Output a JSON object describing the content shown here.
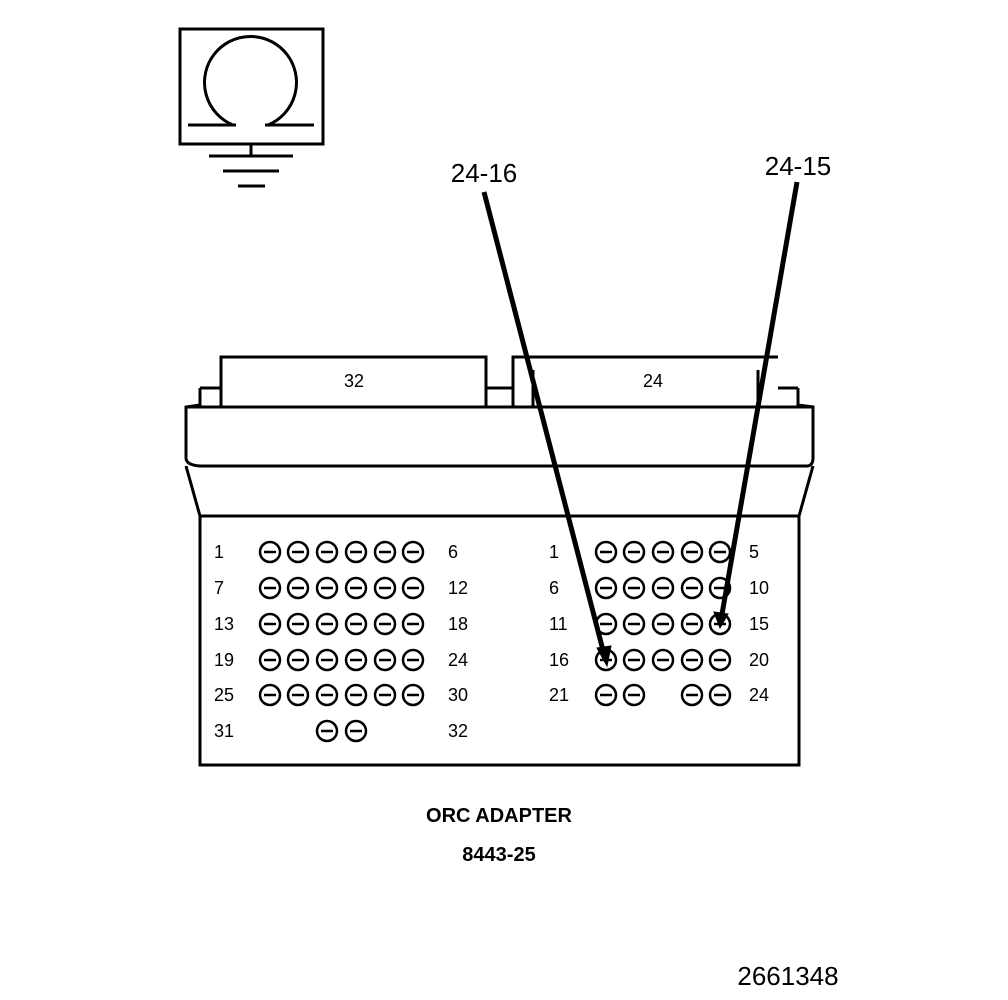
{
  "ohmmeter": {
    "symbol": "Ω"
  },
  "callouts": [
    {
      "text": "24-16"
    },
    {
      "text": "24-15"
    }
  ],
  "connector_32": {
    "header": "32",
    "rows": [
      {
        "start": "1",
        "end": "6",
        "pins": 6
      },
      {
        "start": "7",
        "end": "12",
        "pins": 6
      },
      {
        "start": "13",
        "end": "18",
        "pins": 6
      },
      {
        "start": "19",
        "end": "24",
        "pins": 6
      },
      {
        "start": "25",
        "end": "30",
        "pins": 6
      },
      {
        "start": "31",
        "end": "32",
        "pins": 2
      }
    ]
  },
  "connector_24": {
    "header": "24",
    "rows": [
      {
        "start": "1",
        "end": "5",
        "pins": 5
      },
      {
        "start": "6",
        "end": "10",
        "pins": 5
      },
      {
        "start": "11",
        "end": "15",
        "pins": 5
      },
      {
        "start": "16",
        "end": "20",
        "pins": 5
      },
      {
        "start": "21",
        "end": "24",
        "pins": 4
      }
    ]
  },
  "caption": {
    "title": "ORC ADAPTER",
    "part_number": "8443-25"
  },
  "figure_id": "2661348"
}
